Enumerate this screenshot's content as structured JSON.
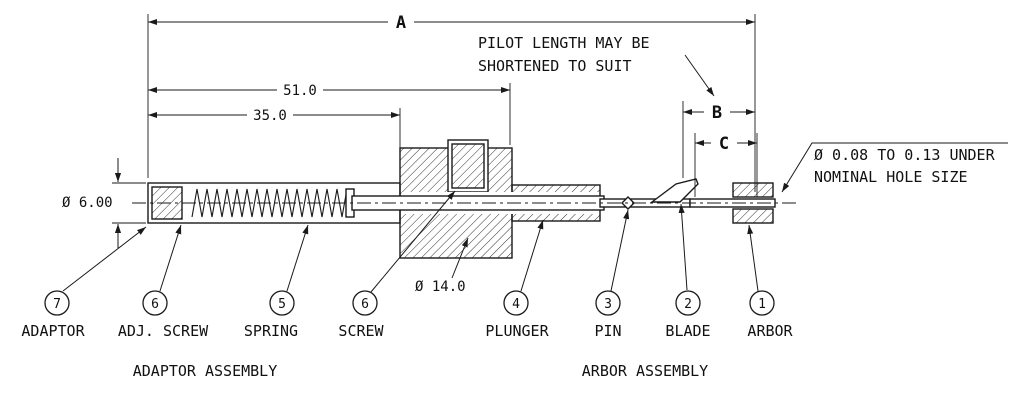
{
  "dims": {
    "overall": "A",
    "len51": "51.0",
    "len35": "35.0",
    "pilot": "B",
    "engage": "C",
    "dia6": "Ø 6.00",
    "dia14": "Ø 14.0"
  },
  "notes": {
    "pilot1": "PILOT LENGTH MAY BE",
    "pilot2": "SHORTENED TO SUIT",
    "hole1": "Ø 0.08 TO 0.13 UNDER",
    "hole2": "NOMINAL HOLE SIZE"
  },
  "balloons": [
    {
      "num": "7",
      "label": "ADAPTOR"
    },
    {
      "num": "6",
      "label": "ADJ. SCREW"
    },
    {
      "num": "5",
      "label": "SPRING"
    },
    {
      "num": "6",
      "label": "SCREW"
    },
    {
      "num": "4",
      "label": "PLUNGER"
    },
    {
      "num": "3",
      "label": "PIN"
    },
    {
      "num": "2",
      "label": "BLADE"
    },
    {
      "num": "1",
      "label": "ARBOR"
    }
  ],
  "assemblies": {
    "left": "ADAPTOR ASSEMBLY",
    "right": "ARBOR ASSEMBLY"
  },
  "colors": {
    "ink": "#1a1a1a",
    "bg": "#ffffff"
  }
}
